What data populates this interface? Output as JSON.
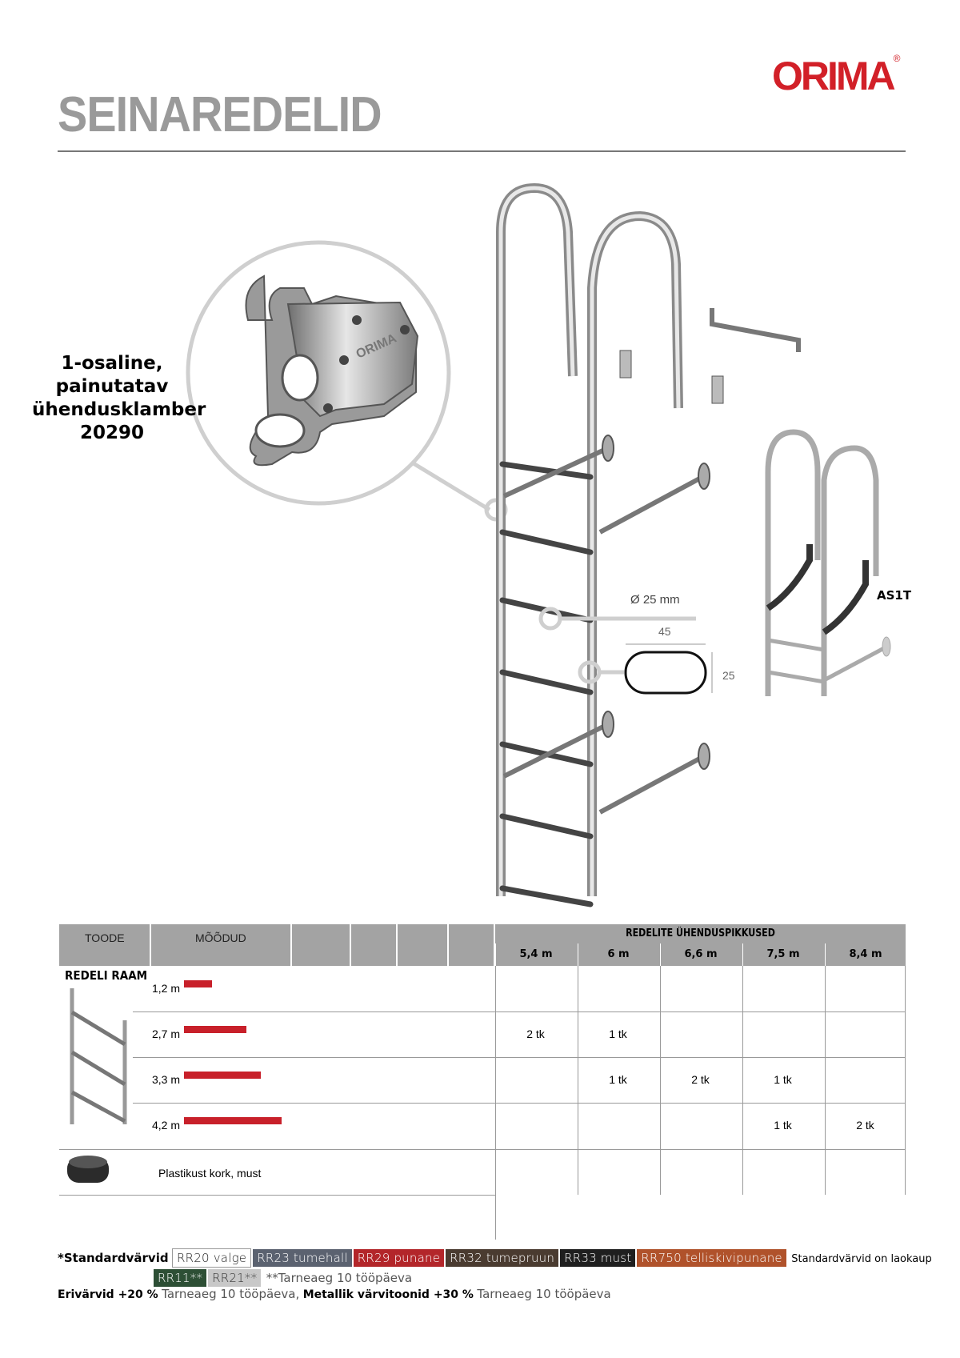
{
  "header": {
    "title": "SEINAREDELID",
    "logo": "ORIMA",
    "logo_mark": "®"
  },
  "diagram": {
    "clamp_label_lines": [
      "1-osaline,",
      "painutatav",
      "ühendusklamber",
      "20290"
    ],
    "diameter_label": "Ø 25 mm",
    "dim_width": "45",
    "dim_height": "25",
    "variant_label": "AS1T",
    "clamp_stamp": "ORIMA"
  },
  "table": {
    "col_product": "TOODE",
    "col_dimensions": "MÕÕDUD",
    "span_title": "REDELITE ÜHENDUSPIKKUSED",
    "lengths": [
      "5,4 m",
      "6 m",
      "6,6 m",
      "7,5 m",
      "8,4 m"
    ],
    "product_name": "REDELI RAAM",
    "rows": [
      {
        "size": "1,2 m",
        "fraction": 0.29,
        "qty": [
          "",
          "",
          "",
          "",
          ""
        ]
      },
      {
        "size": "2,7 m",
        "fraction": 0.64,
        "qty": [
          "2 tk",
          "1 tk",
          "",
          "",
          ""
        ]
      },
      {
        "size": "3,3 m",
        "fraction": 0.79,
        "qty": [
          "",
          "1 tk",
          "2 tk",
          "1 tk",
          ""
        ]
      },
      {
        "size": "4,2 m",
        "fraction": 1.0,
        "qty": [
          "",
          "",
          "",
          "1 tk",
          "2 tk"
        ]
      }
    ],
    "cap_label": "Plastikust kork, must"
  },
  "footer": {
    "standard_label": "*Standardvärvid",
    "colors": [
      {
        "label": "RR20 valge",
        "bg": "#ffffff",
        "fg": "#222222"
      },
      {
        "label": "RR23 tumehall",
        "bg": "#5b6270",
        "fg": "#ffffff"
      },
      {
        "label": "RR29 punane",
        "bg": "#b3262a",
        "fg": "#ffffff"
      },
      {
        "label": "RR32 tumepruun",
        "bg": "#4a3b30",
        "fg": "#ffffff"
      },
      {
        "label": "RR33 must",
        "bg": "#1f1f1f",
        "fg": "#ffffff"
      },
      {
        "label": "RR750 telliskivipunane",
        "bg": "#b0522b",
        "fg": "#ffffff"
      }
    ],
    "stock_note": "Standardvärvid on laokaup",
    "extra_colors": [
      {
        "label": "RR11**",
        "bg": "#2d4f35",
        "fg": "#ffffff"
      },
      {
        "label": "RR21**",
        "bg": "#c8c8c8",
        "fg": "#333333"
      }
    ],
    "extra_note": "**Tarneaeg 10 tööpäeva",
    "custom_label": "Erivärvid +20 %",
    "custom_note": "Tarneaeg 10 tööpäeva,",
    "metallic_label": "Metallik värvitoonid +30 %",
    "metallic_note": "Tarneaeg 10 tööpäeva"
  }
}
